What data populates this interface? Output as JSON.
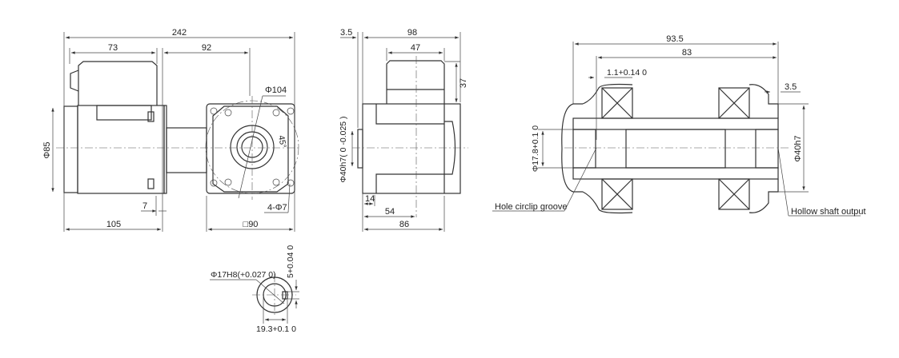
{
  "side_view": {
    "overall_length": "242",
    "terminal_box_length": "73",
    "gearhead_length": "92",
    "motor_diameter": "Φ85",
    "motor_length": "105",
    "flange_offset": "7",
    "pcd": "Φ104",
    "angle": "45°",
    "mount_holes": "4-Φ7",
    "flange_square": "□90"
  },
  "front_view": {
    "boss_height": "3.5",
    "overall_width": "98",
    "terminal_box_width": "47",
    "terminal_box_height": "37",
    "boss_diameter": "Φ40h7( 0 -0.025 )",
    "dim_14": "14",
    "dim_54": "54",
    "dim_86": "86"
  },
  "section_view": {
    "overall": "93.5",
    "inner": "83",
    "groove_width": "1.1+0.14 0",
    "end_offset": "3.5",
    "bore_diameter": "Φ17.8+0.1 0",
    "outer_diameter": "Φ40h7",
    "callout_left": "Hole circlip groove",
    "callout_right": "Hollow shaft output"
  },
  "bore_detail": {
    "bore": "Φ17H8(+0.027 0)",
    "key_width": "5+0.04 0",
    "key_depth": "19.3+0.1 0"
  }
}
